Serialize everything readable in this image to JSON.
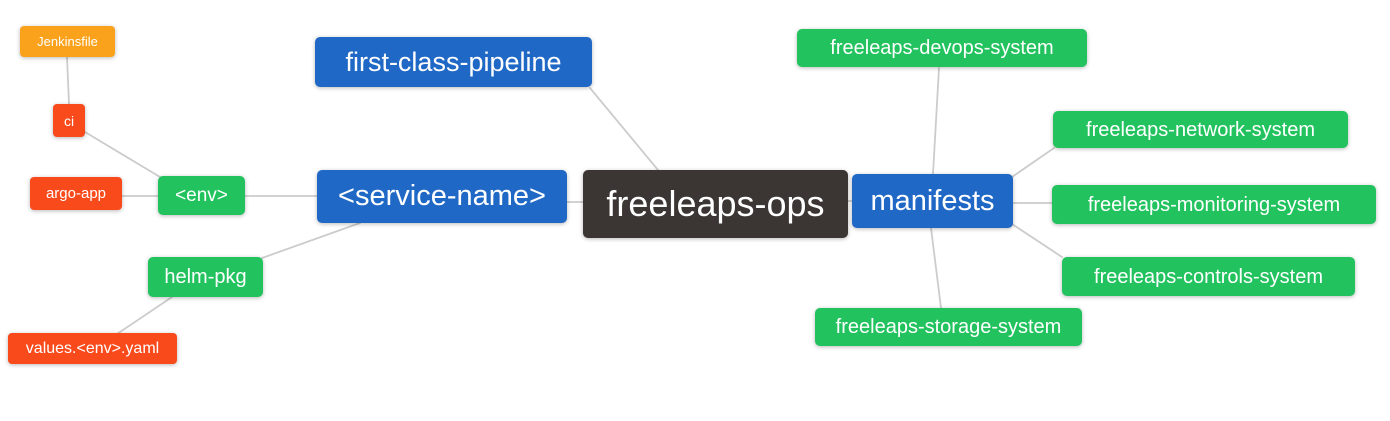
{
  "diagram": {
    "type": "mindmap",
    "nodes": {
      "root": {
        "label": "freeleaps-ops",
        "color": "dark"
      },
      "first_class_pipeline": {
        "label": "first-class-pipeline",
        "color": "blue"
      },
      "service_name": {
        "label": "<service-name>",
        "color": "blue"
      },
      "manifests": {
        "label": "manifests",
        "color": "blue"
      },
      "env": {
        "label": "<env>",
        "color": "green"
      },
      "helm_pkg": {
        "label": "helm-pkg",
        "color": "green"
      },
      "ci": {
        "label": "ci",
        "color": "red"
      },
      "argo_app": {
        "label": "argo-app",
        "color": "red"
      },
      "jenkinsfile": {
        "label": "Jenkinsfile",
        "color": "amber"
      },
      "values_yaml": {
        "label": "values.<env>.yaml",
        "color": "red"
      },
      "devops_system": {
        "label": "freeleaps-devops-system",
        "color": "green"
      },
      "network_system": {
        "label": "freeleaps-network-system",
        "color": "green"
      },
      "monitoring_system": {
        "label": "freeleaps-monitoring-system",
        "color": "green"
      },
      "controls_system": {
        "label": "freeleaps-controls-system",
        "color": "green"
      },
      "storage_system": {
        "label": "freeleaps-storage-system",
        "color": "green"
      }
    },
    "edges": [
      [
        "jenkinsfile",
        "ci"
      ],
      [
        "ci",
        "env"
      ],
      [
        "argo_app",
        "env"
      ],
      [
        "env",
        "service_name"
      ],
      [
        "service_name",
        "helm_pkg"
      ],
      [
        "helm_pkg",
        "values_yaml"
      ],
      [
        "service_name",
        "root"
      ],
      [
        "first_class_pipeline",
        "root"
      ],
      [
        "root",
        "manifests"
      ],
      [
        "manifests",
        "devops_system"
      ],
      [
        "manifests",
        "network_system"
      ],
      [
        "manifests",
        "monitoring_system"
      ],
      [
        "manifests",
        "controls_system"
      ],
      [
        "manifests",
        "storage_system"
      ]
    ],
    "palette": {
      "blue": "#2068C6",
      "green": "#22C35E",
      "red": "#F94A1C",
      "amber": "#FAA21B",
      "dark": "#3B3533",
      "edge": "#CCCCCC",
      "text": "#FFFFFF",
      "background": "#FFFFFF"
    }
  }
}
